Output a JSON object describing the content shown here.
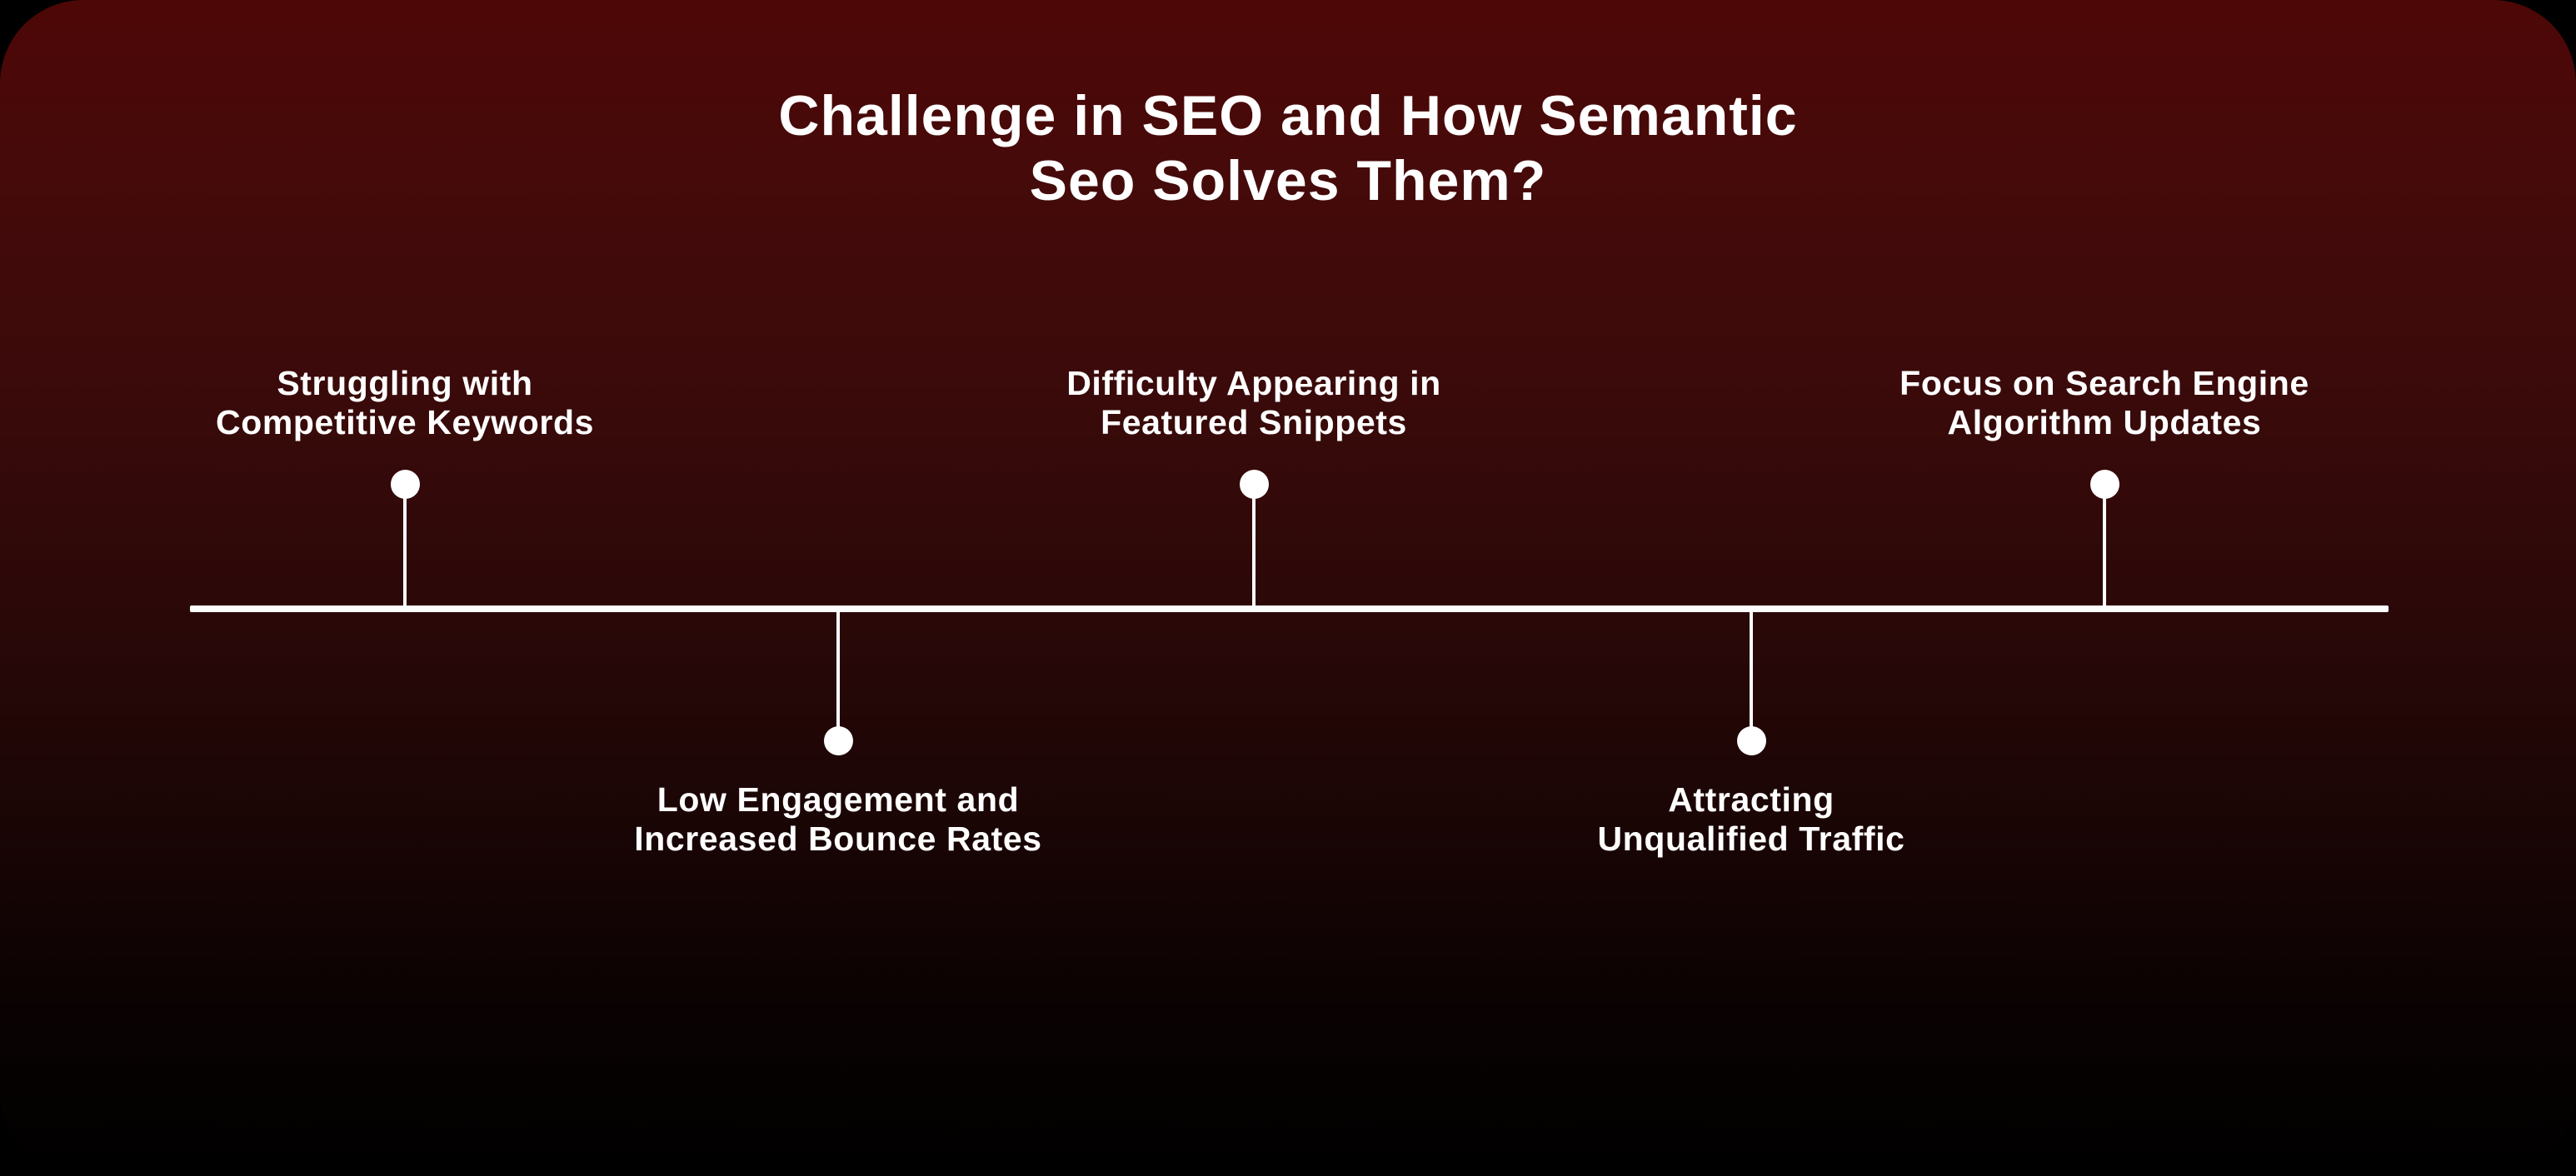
{
  "title": "Challenge in SEO and How Semantic\nSeo Solves Them?",
  "colors": {
    "card_gradient_top": "#4e0707",
    "card_gradient_bottom": "#000000",
    "page_background": "#000000",
    "text": "#ffffff",
    "axis": "#fdfdfd",
    "dot": "#ffffff"
  },
  "timeline": {
    "items": [
      {
        "label": "Struggling with\nCompetitive Keywords",
        "side": "top"
      },
      {
        "label": "Low Engagement and\nIncreased Bounce Rates",
        "side": "bottom"
      },
      {
        "label": "Difficulty Appearing in\nFeatured Snippets",
        "side": "top"
      },
      {
        "label": "Attracting\nUnqualified Traffic",
        "side": "bottom"
      },
      {
        "label": "Focus on Search Engine\nAlgorithm Updates",
        "side": "top"
      }
    ]
  }
}
